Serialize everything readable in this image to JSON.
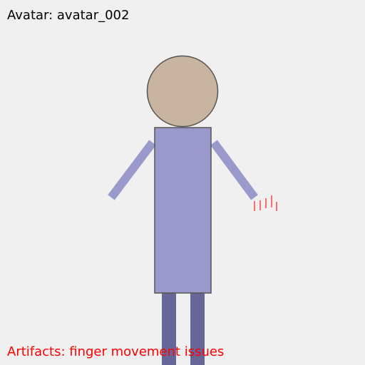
{
  "header": {
    "avatar_prefix": "Avatar: ",
    "avatar_id": "avatar_002",
    "avatar_text": "Avatar: avatar_002"
  },
  "footer": {
    "artifacts_text": "Artifacts: finger movement issues"
  },
  "colors": {
    "background": "#f0f0f0",
    "head": "#c8b4a0",
    "body": "#9999cc",
    "legs": "#666699",
    "outline": "#555555",
    "fingers": "#ff4d4d",
    "artifact_text": "#ff0000"
  }
}
